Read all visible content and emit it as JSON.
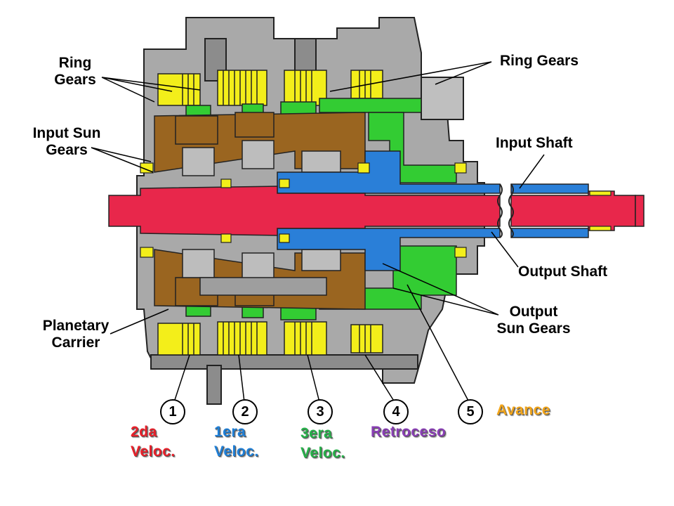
{
  "labels": {
    "ring_gears_left": [
      "Ring",
      "Gears"
    ],
    "ring_gears_right": "Ring Gears",
    "input_sun_gears": [
      "Input Sun",
      "Gears"
    ],
    "input_shaft": "Input Shaft",
    "output_shaft": "Output Shaft",
    "output_sun_gears": [
      "Output",
      "Sun Gears"
    ],
    "planetary_carrier": [
      "Planetary",
      "Carrier"
    ]
  },
  "clutches": [
    {
      "number": "1",
      "name": [
        "2da",
        "Veloc."
      ],
      "color": "#e8202a"
    },
    {
      "number": "2",
      "name": [
        "1era",
        "Veloc."
      ],
      "color": "#1f7fd6"
    },
    {
      "number": "3",
      "name": [
        "3era",
        "Veloc."
      ],
      "color": "#27b04a"
    },
    {
      "number": "4",
      "name": [
        "Retroceso"
      ],
      "color": "#8a3fb5"
    },
    {
      "number": "5",
      "name": [
        "Avance"
      ],
      "color": "#f2a51a"
    }
  ],
  "colors": {
    "output_shaft": "#e8274b",
    "input_shaft": "#2a7fd8",
    "planetary": "#9a6520",
    "ring_gear": "#f3ee1a",
    "housing": "#a9a9a9",
    "green_parts": "#33cc33"
  }
}
